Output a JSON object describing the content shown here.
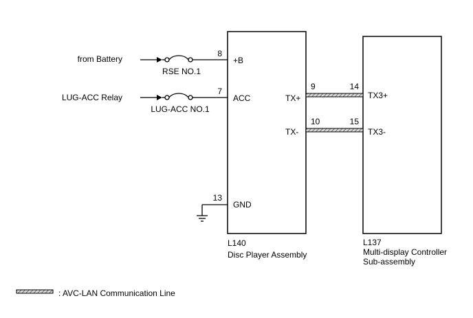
{
  "sources": {
    "battery": "from Battery",
    "lug_acc_relay": "LUG-ACC Relay"
  },
  "fuses": {
    "rse": "RSE NO.1",
    "lug_acc": "LUG-ACC NO.1"
  },
  "left_component": {
    "code": "L140",
    "name": "Disc Player Assembly",
    "pins": {
      "b_plus": {
        "num": "8",
        "label": "+B"
      },
      "acc": {
        "num": "7",
        "label": "ACC"
      },
      "gnd": {
        "num": "13",
        "label": "GND"
      },
      "tx_plus": {
        "num": "9",
        "label": "TX+"
      },
      "tx_minus": {
        "num": "10",
        "label": "TX-"
      }
    }
  },
  "right_component": {
    "code": "L137",
    "name_line1": "Multi-display Controller",
    "name_line2": "Sub-assembly",
    "pins": {
      "tx3_plus": {
        "num": "14",
        "label": "TX3+"
      },
      "tx3_minus": {
        "num": "15",
        "label": "TX3-"
      }
    }
  },
  "legend": {
    "text": ": AVC-LAN Communication Line"
  },
  "colors": {
    "line": "#000000",
    "hatch_fill": "#d8d8d8",
    "hatch_stripe": "#555555"
  }
}
